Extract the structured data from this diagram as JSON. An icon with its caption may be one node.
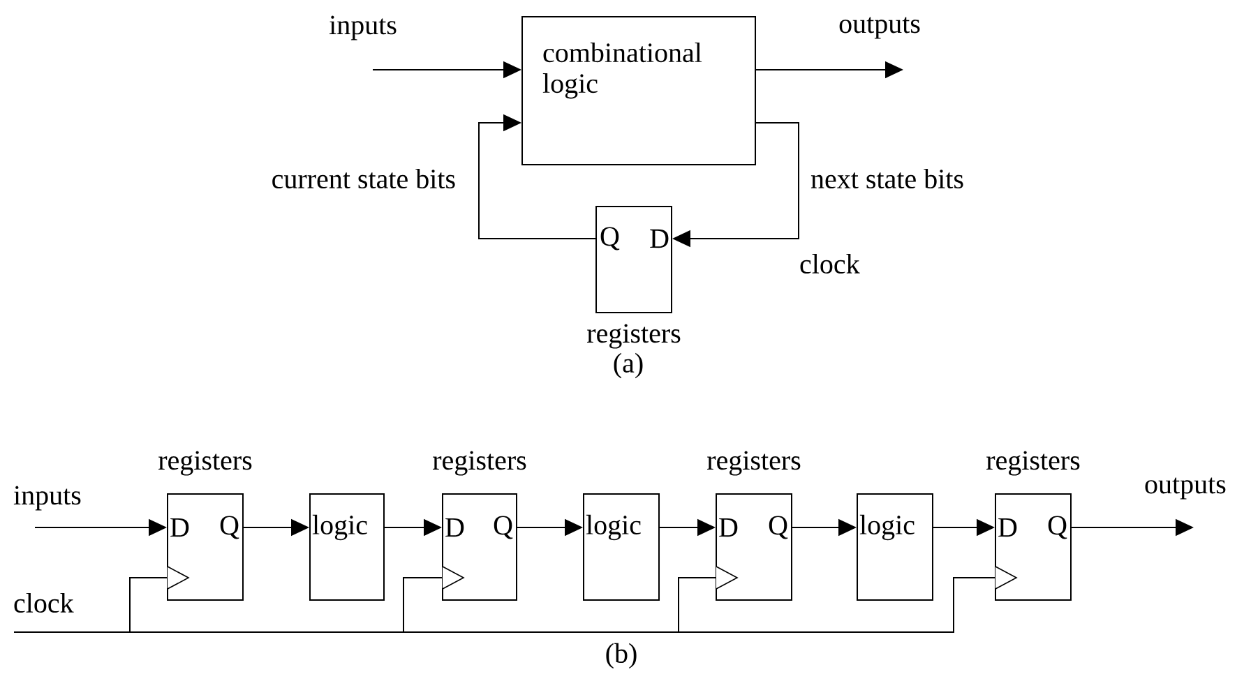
{
  "diagram": {
    "nodes": [
      {
        "text": [
          "combinational logic"
        ]
      },
      {
        "text": [
          "Q",
          "D"
        ],
        "beside": [
          "registers"
        ]
      },
      {
        "text": [
          "D",
          "Q"
        ],
        "beside": [
          "registers"
        ]
      },
      {
        "text": [
          "logic"
        ]
      },
      {
        "text": [
          "D",
          "Q"
        ],
        "beside": [
          "registers"
        ]
      },
      {
        "text": [
          "logic"
        ]
      },
      {
        "text": [
          "D",
          "Q"
        ],
        "beside": [
          "registers"
        ]
      },
      {
        "text": [
          "logic"
        ]
      },
      {
        "text": [
          "D",
          "Q"
        ],
        "beside": [
          "registers"
        ]
      }
    ],
    "edges": [
      {
        "from": null,
        "to": 0,
        "arrow": "to",
        "label": "inputs"
      },
      {
        "from": 0,
        "to": null,
        "arrow": "to",
        "label": "outputs"
      },
      {
        "from": 0,
        "to": 1,
        "arrow": "to",
        "label": "next state bits"
      },
      {
        "from": 1,
        "to": 0,
        "arrow": "to",
        "label": "current state bits"
      },
      {
        "from": null,
        "to": 2,
        "arrow": "to",
        "label": "inputs"
      },
      {
        "from": 2,
        "to": 3,
        "arrow": "to"
      },
      {
        "from": 3,
        "to": 4,
        "arrow": "to"
      },
      {
        "from": 4,
        "to": 5,
        "arrow": "to"
      },
      {
        "from": 5,
        "to": 6,
        "arrow": "to"
      },
      {
        "from": 6,
        "to": 7,
        "arrow": "to"
      },
      {
        "from": 7,
        "to": 8,
        "arrow": "to"
      },
      {
        "from": 8,
        "to": null,
        "arrow": "to",
        "label": "outputs"
      },
      {
        "from": null,
        "to": 2,
        "arrow": "none",
        "label": "clock"
      },
      {
        "from": null,
        "to": 4,
        "arrow": "none"
      },
      {
        "from": null,
        "to": 6,
        "arrow": "none"
      },
      {
        "from": null,
        "to": 8,
        "arrow": "none"
      }
    ],
    "labels": [
      "clock",
      "(a)",
      "(b)"
    ]
  }
}
